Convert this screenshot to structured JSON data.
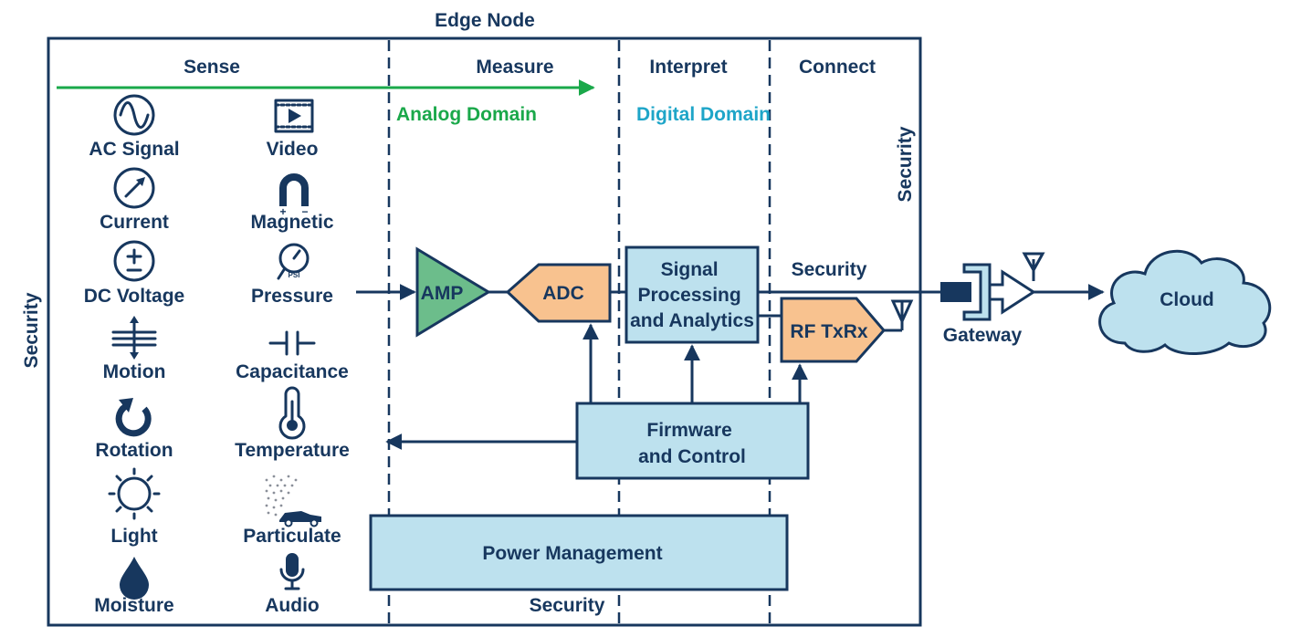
{
  "title": "Edge Node",
  "columns": {
    "sense": "Sense",
    "measure": "Measure",
    "interpret": "Interpret",
    "connect": "Connect"
  },
  "domains": {
    "analog": "Analog Domain",
    "digital": "Digital Domain"
  },
  "colors": {
    "navy": "#17375e",
    "analog_green": "#1aa84a",
    "digital_cyan": "#1ea5c8",
    "box_blue": "#bde1ee",
    "amp_green": "#6cbd8b",
    "adc_orange": "#f8c28f"
  },
  "sensors_left": [
    {
      "label": "AC Signal",
      "icon": "sine-wave-icon"
    },
    {
      "label": "Current",
      "icon": "ammeter-icon"
    },
    {
      "label": "DC Voltage",
      "icon": "plus-minus-icon"
    },
    {
      "label": "Motion",
      "icon": "motion-arrows-icon"
    },
    {
      "label": "Rotation",
      "icon": "rotation-arrow-icon"
    },
    {
      "label": "Light",
      "icon": "sun-icon"
    },
    {
      "label": "Moisture",
      "icon": "water-drop-icon"
    }
  ],
  "sensors_right": [
    {
      "label": "Video",
      "icon": "film-play-icon"
    },
    {
      "label": "Magnetic",
      "icon": "magnet-icon",
      "plus": "+",
      "minus": "−"
    },
    {
      "label": "Pressure",
      "icon": "pressure-gauge-icon",
      "unit": "PSI"
    },
    {
      "label": "Capacitance",
      "icon": "capacitor-icon"
    },
    {
      "label": "Temperature",
      "icon": "thermometer-icon"
    },
    {
      "label": "Particulate",
      "icon": "car-dust-icon"
    },
    {
      "label": "Audio",
      "icon": "microphone-icon"
    }
  ],
  "blocks": {
    "amp": "AMP",
    "adc": "ADC",
    "signal_processing": [
      "Signal",
      "Processing",
      "and Analytics"
    ],
    "rf": "RF TxRx",
    "firmware": [
      "Firmware",
      "and Control"
    ],
    "power": "Power Management"
  },
  "security_labels": {
    "left": "Security",
    "right": "Security",
    "bottom": "Security",
    "link": "Security"
  },
  "gateway": "Gateway",
  "cloud": "Cloud"
}
